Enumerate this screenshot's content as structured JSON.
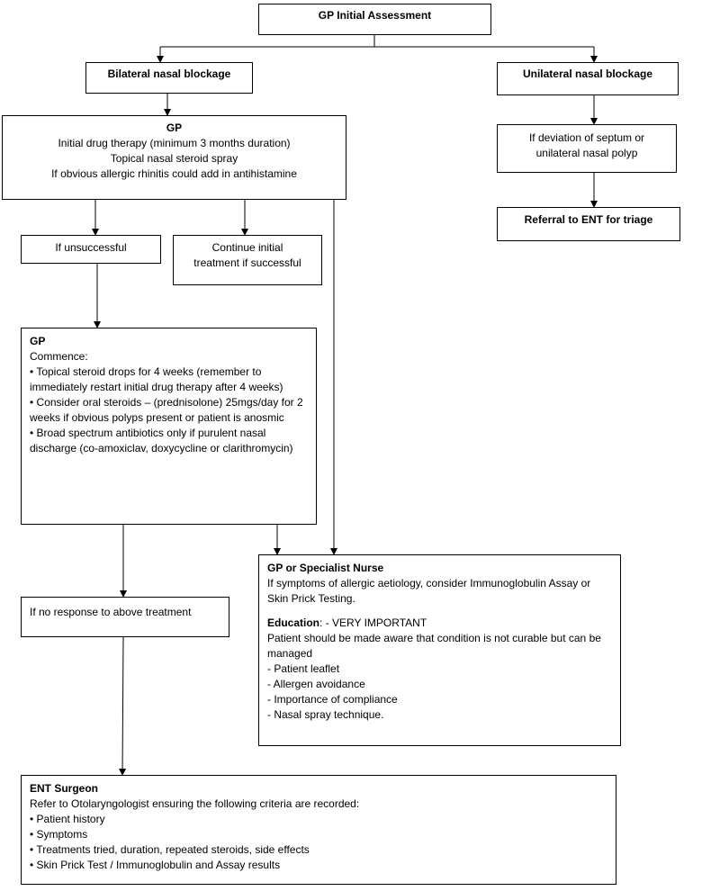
{
  "nodes": {
    "gp_initial": {
      "title": "GP Initial Assessment"
    },
    "bilateral": {
      "title": "Bilateral nasal blockage"
    },
    "unilateral": {
      "title": "Unilateral nasal blockage"
    },
    "gp_drug": {
      "title": "GP",
      "lines": [
        "Initial drug therapy (minimum 3 months duration)",
        "Topical nasal steroid spray",
        "If obvious allergic rhinitis could add in antihistamine"
      ]
    },
    "deviation": {
      "lines": [
        "If deviation of septum or",
        "unilateral nasal polyp"
      ]
    },
    "referral": {
      "title": "Referral to ENT for triage"
    },
    "unsuccessful": {
      "title": "If unsuccessful"
    },
    "continue": {
      "lines": [
        "Continue initial",
        "treatment if successful"
      ]
    },
    "gp_commence": {
      "title": "GP",
      "intro": "Commence:",
      "bullets": [
        "• Topical steroid drops for 4 weeks (remember to immediately restart initial drug therapy after 4 weeks)",
        "• Consider oral steroids – (prednisolone) 25mgs/day for 2 weeks if obvious polyps present or patient is anosmic",
        "• Broad spectrum antibiotics only if purulent nasal discharge (co-amoxiclav, doxycycline or clarithromycin)"
      ]
    },
    "no_response": {
      "title": "If no response to above treatment"
    },
    "specialist": {
      "title": "GP or Specialist Nurse",
      "para": "If symptoms of allergic aetiology, consider Immunoglobulin Assay or Skin Prick Testing.",
      "education_label": "Education",
      "education_rest": ": - VERY IMPORTANT",
      "education_text": "Patient should be made aware that condition is not curable but can be managed",
      "items": [
        "- Patient leaflet",
        "- Allergen avoidance",
        "- Importance of compliance",
        "- Nasal spray technique."
      ]
    },
    "ent": {
      "title": "ENT Surgeon",
      "intro": "Refer to Otolaryngologist ensuring the following criteria are recorded:",
      "bullets": [
        "• Patient history",
        "• Symptoms",
        "• Treatments  tried, duration, repeated steroids, side effects",
        "• Skin Prick Test  / Immunoglobulin and Assay results"
      ]
    }
  }
}
